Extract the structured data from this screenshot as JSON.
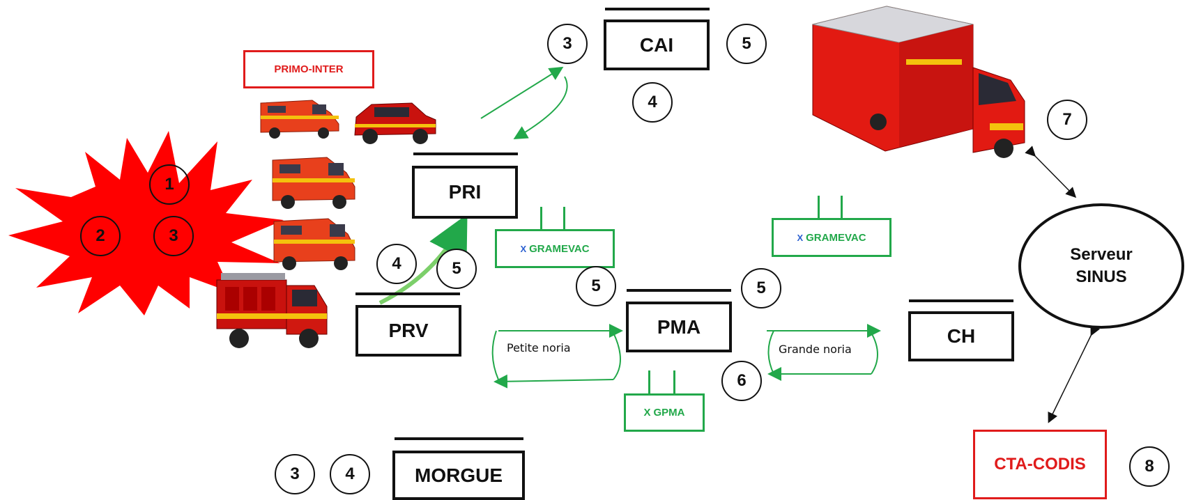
{
  "primo_inter": {
    "label": "PRIMO-INTER"
  },
  "boxes": {
    "cai": "CAI",
    "pri": "PRI",
    "prv": "PRV",
    "pma": "PMA",
    "ch": "CH",
    "morgue": "MORGUE"
  },
  "server": {
    "line1": "Serveur",
    "line2": "SINUS"
  },
  "cta": {
    "label": "CTA-CODIS"
  },
  "green_boxes": {
    "gramevac_left": "GRAMEVAC",
    "gramevac_right": "GRAMEVAC",
    "gpma": "GPMA",
    "x_mark": "X"
  },
  "noria": {
    "small": "Petite noria",
    "large": "Grande noria"
  },
  "numbers": {
    "zone_1": "1",
    "zone_2": "2",
    "zone_3": "3",
    "cai_left": "3",
    "cai_right": "5",
    "cai_below": "4",
    "prv_4": "4",
    "prv_5": "5",
    "pma_left": "5",
    "pma_right": "5",
    "ch_6": "6",
    "vpc_7": "7",
    "cta_8": "8",
    "morgue_3": "3",
    "morgue_4": "4"
  },
  "colors": {
    "red": "#e01b1b",
    "green": "#22a84a",
    "black": "#111111"
  },
  "icons": [
    "explosion-icon",
    "ambulance-icon",
    "fire-car-icon",
    "fire-engine-icon",
    "command-truck-icon"
  ]
}
